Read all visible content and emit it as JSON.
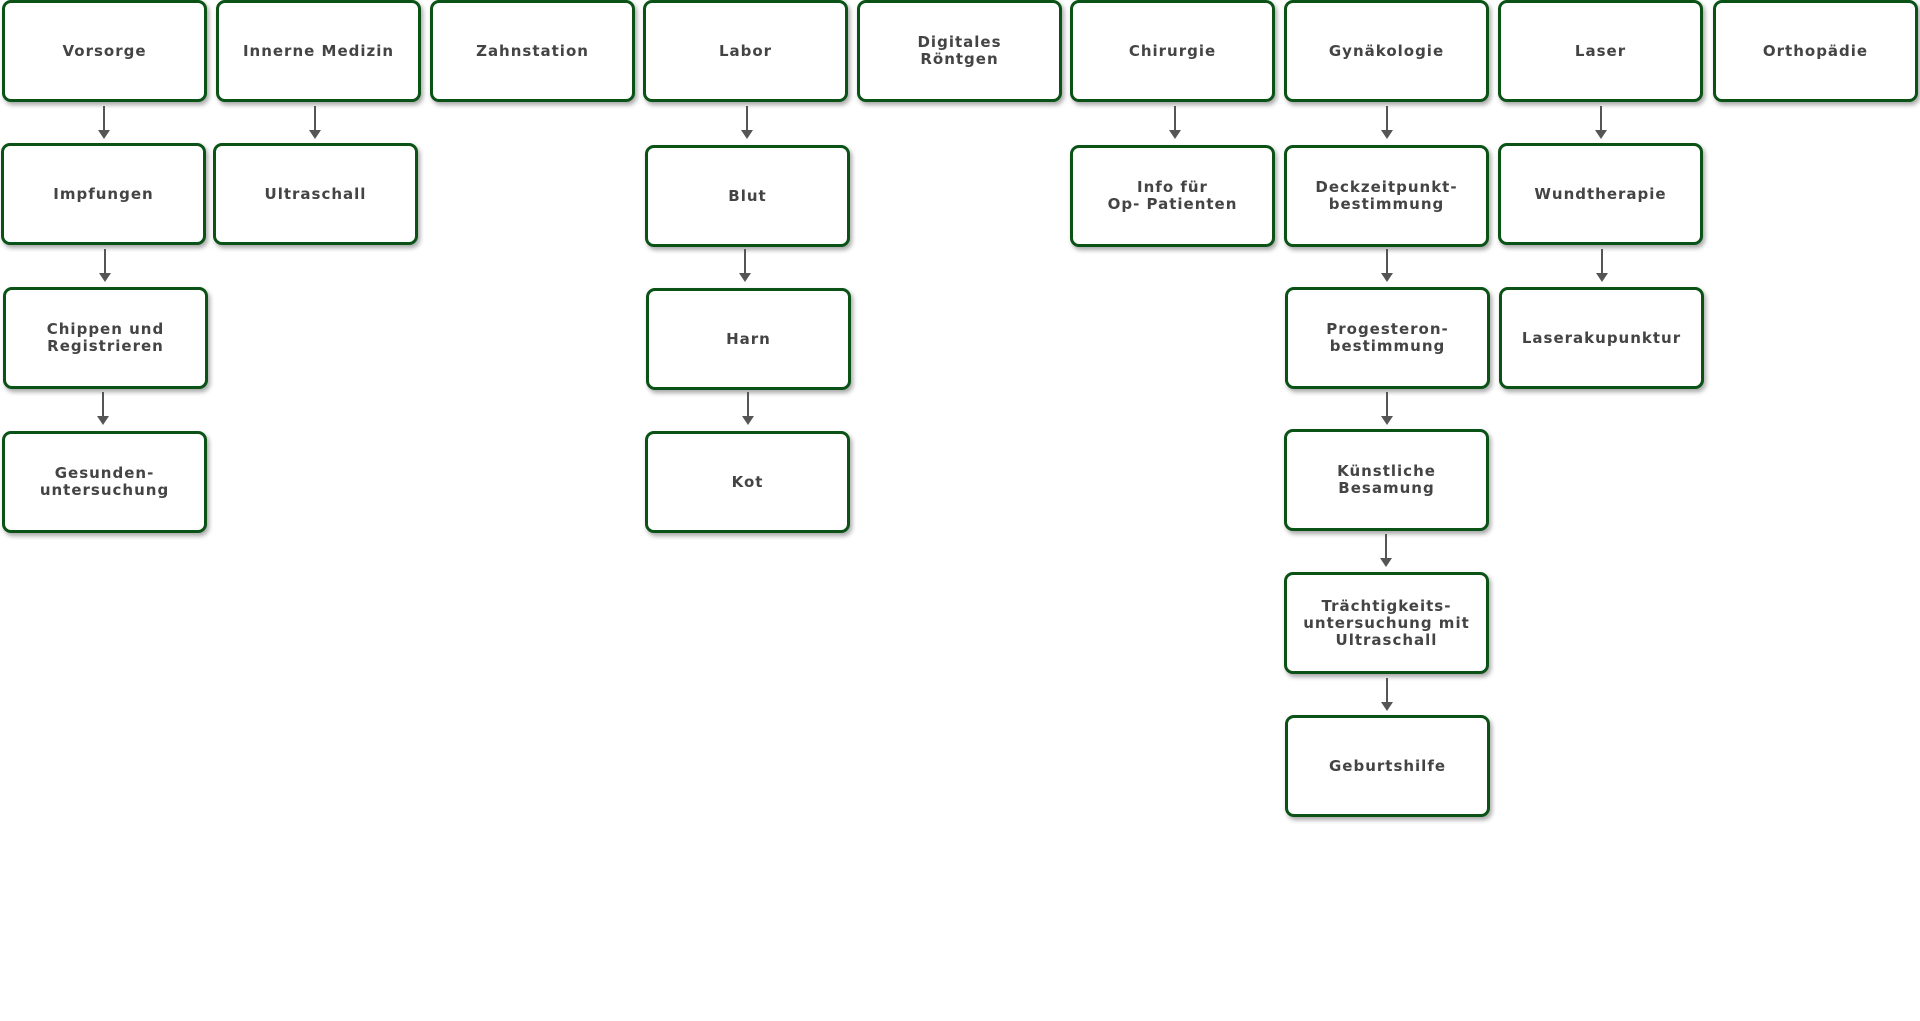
{
  "colors": {
    "node_border": "#0a5216",
    "node_text": "#444444",
    "arrow": "#555555",
    "background": "#ffffff"
  },
  "categories": {
    "vorsorge": {
      "label": "Vorsorge",
      "children": [
        "Impfungen",
        "Chippen und\nRegistrieren",
        "Gesunden-\nuntersuchung"
      ]
    },
    "innere": {
      "label": "Innerne Medizin",
      "children": [
        "Ultraschall"
      ]
    },
    "zahn": {
      "label": "Zahnstation",
      "children": []
    },
    "labor": {
      "label": "Labor",
      "children": [
        "Blut",
        "Harn",
        "Kot"
      ]
    },
    "roentgen": {
      "label": "Digitales\nRöntgen",
      "children": []
    },
    "chirurgie": {
      "label": "Chirurgie",
      "children": [
        "Info für\nOp- Patienten"
      ]
    },
    "gyn": {
      "label": "Gynäkologie",
      "children": [
        "Deckzeitpunkt-\nbestimmung",
        "Progesteron-\nbestimmung",
        "Künstliche\nBesamung",
        "Trächtigkeits-\nuntersuchung mit\nUltraschall",
        "Geburtshilfe"
      ]
    },
    "laser": {
      "label": "Laser",
      "children": [
        "Wundtherapie",
        "Laserakupunktur"
      ]
    },
    "ortho": {
      "label": "Orthopädie",
      "children": []
    }
  }
}
